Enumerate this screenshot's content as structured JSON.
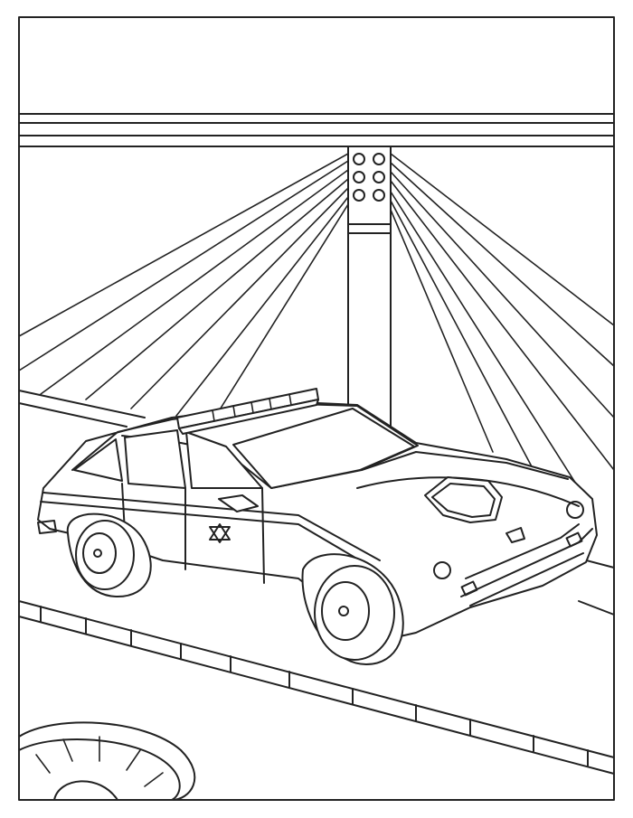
{
  "colors": {
    "line": "#222222",
    "background": "#ffffff"
  },
  "icons": [
    "light-tower",
    "police-car",
    "star-emblem",
    "shield-emblem",
    "light-bar",
    "manhole-cover"
  ]
}
